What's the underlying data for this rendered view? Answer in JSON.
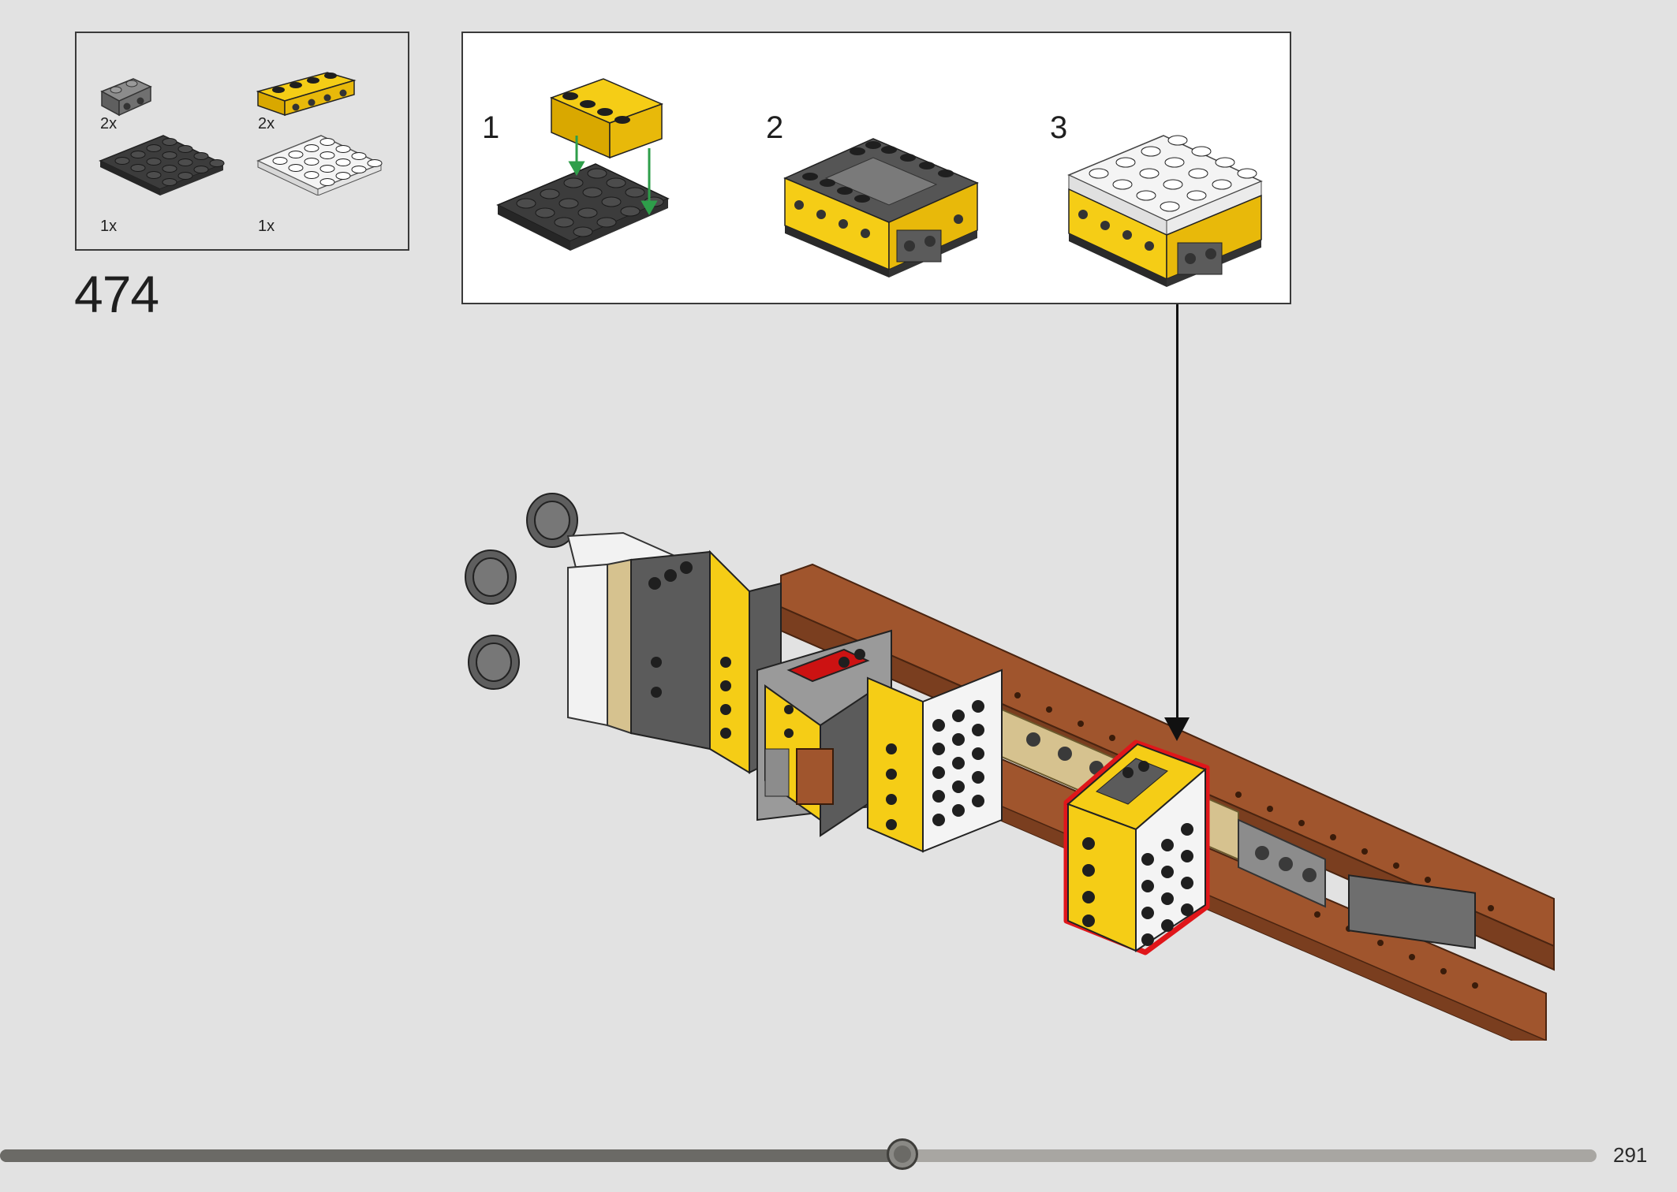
{
  "parts_list": {
    "items": [
      {
        "name": "dark-gray-1x2-technic-brick",
        "color": "#6e6e6e",
        "qty": "2x"
      },
      {
        "name": "yellow-1x4-technic-brick",
        "color": "#f5cd16",
        "qty": "2x"
      },
      {
        "name": "black-4x4-plate",
        "color": "#3a3a3a",
        "qty": "1x"
      },
      {
        "name": "white-4x4-plate",
        "color": "#f5f5f5",
        "qty": "1x"
      }
    ]
  },
  "step": {
    "number": "474"
  },
  "callout": {
    "substeps": [
      {
        "label": "1"
      },
      {
        "label": "2"
      },
      {
        "label": "3"
      }
    ]
  },
  "colors": {
    "background": "#e2e2e2",
    "yellow": "#f5cd16",
    "black": "#333333",
    "dark_gray": "#5b5b5b",
    "reddish_brown": "#a0552d",
    "tan": "#d6c28f",
    "highlight": "#e0161a",
    "arrow_green": "#2e9e4a"
  },
  "pager": {
    "page": "291",
    "progress_fraction": 0.565
  }
}
